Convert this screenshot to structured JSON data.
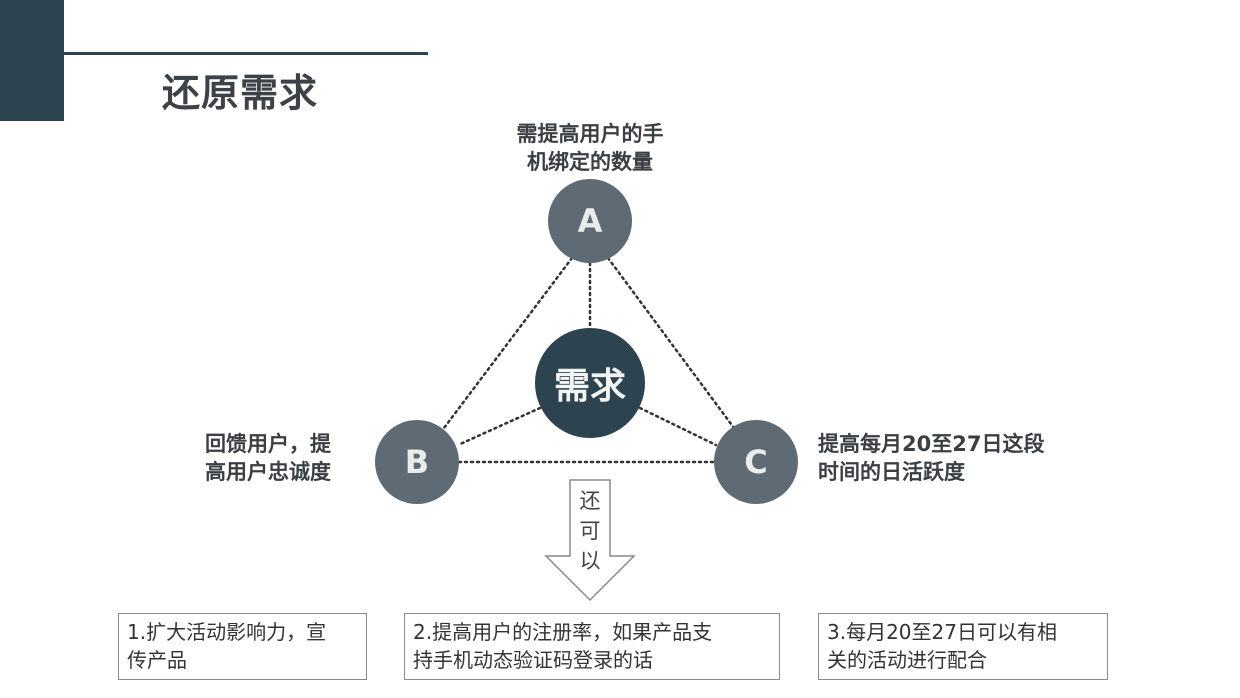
{
  "title": "还原需求",
  "diagram": {
    "center": {
      "label": "需求"
    },
    "nodes": [
      {
        "id": "A",
        "label": "A",
        "caption_lines": [
          "需提高用户的手",
          "机绑定的数量"
        ]
      },
      {
        "id": "B",
        "label": "B",
        "caption_lines": [
          "回馈用户，提",
          "高用户忠诚度"
        ]
      },
      {
        "id": "C",
        "label": "C",
        "caption_lines": [
          "提高每月20至27日这段",
          "时间的日活跃度"
        ]
      }
    ],
    "arrow_text": [
      "还",
      "可",
      "以"
    ]
  },
  "suggestions": [
    {
      "lines": [
        "1.扩大活动影响力，宣",
        "传产品"
      ]
    },
    {
      "lines": [
        "2.提高用户的注册率，如果产品支",
        "持手机动态验证码登录的话"
      ]
    },
    {
      "lines": [
        "3.每月20至27日可以有相",
        "关的活动进行配合"
      ]
    }
  ],
  "colors": {
    "dark_slate": "#2e4350",
    "node_gray": "#5f6b74",
    "text_dark": "#3a3f44"
  }
}
